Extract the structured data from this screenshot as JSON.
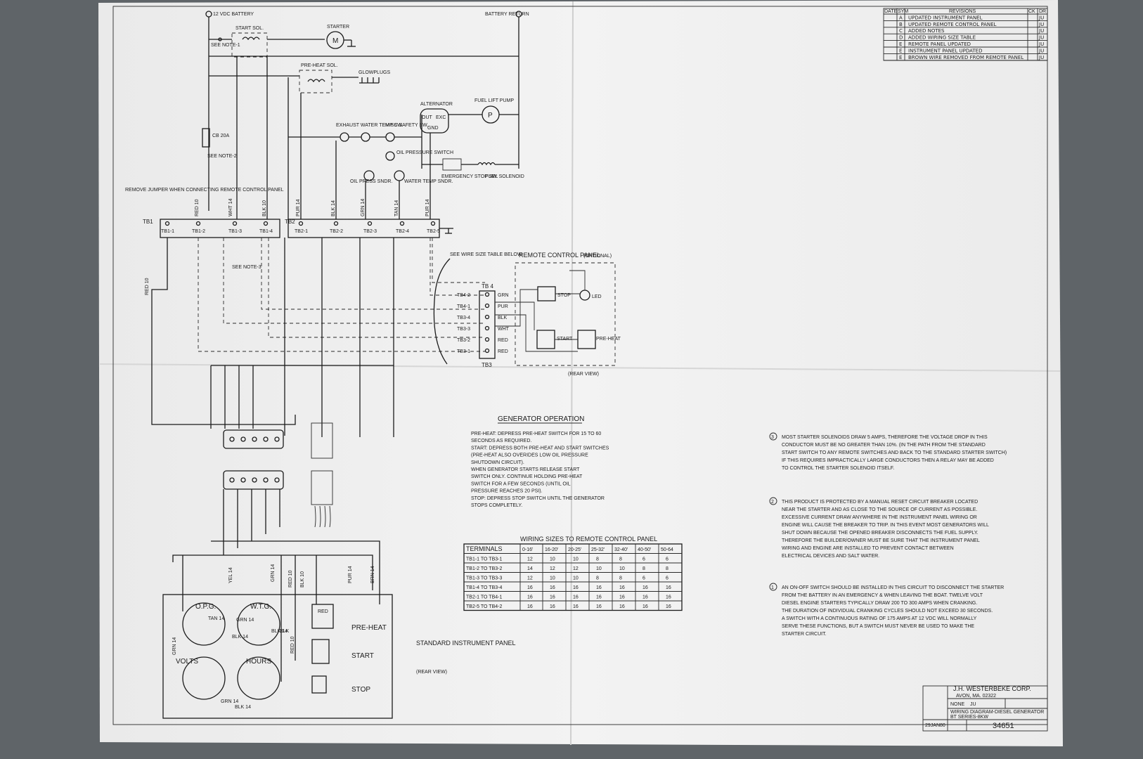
{
  "revisions": {
    "headers": [
      "DATE",
      "SYM",
      "REVISIONS",
      "CK",
      "DR"
    ],
    "rows": [
      {
        "sym": "A",
        "text": "UPDATED INSTRUMENT PANEL",
        "dr": "JU"
      },
      {
        "sym": "B",
        "text": "UPDATED REMOTE CONTROL PANEL",
        "dr": "JU"
      },
      {
        "sym": "C",
        "text": "ADDED NOTES",
        "dr": "JU"
      },
      {
        "sym": "D",
        "text": "ADDED WIRING SIZE TABLE",
        "dr": "JU"
      },
      {
        "sym": "E",
        "text": "REMOTE PANEL UPDATED",
        "dr": "JU"
      },
      {
        "sym": "E",
        "text": "INSTRUMENT PANEL UPDATED",
        "dr": "JU"
      },
      {
        "sym": "E",
        "text": "BROWN WIRE REMOVED FROM REMOTE PANEL",
        "dr": "JU"
      }
    ]
  },
  "labels": {
    "battery": "12 VDC BATTERY",
    "battery_return": "BATTERY RETURN",
    "start_sol": "START SOL.",
    "starter": "STARTER",
    "see_note_1": "SEE NOTE-1",
    "preheat_sol": "PRE-HEAT SOL.",
    "glowplugs": "GLOWPLUGS",
    "alternator": "ALTERNATOR",
    "alt_out": "OUT",
    "alt_exc": "EXC",
    "alt_gnd": "GND",
    "fuel_lift_pump": "FUEL LIFT PUMP",
    "cb": "CB 20A",
    "see_note_2": "SEE NOTE-2",
    "exhaust_water": "EXHAUST WATER TEMP SW.",
    "water_temp_sw": "TEMP SW.",
    "misc_safety": "MISC SAFETY SW.",
    "oil_pressure_switch": "OIL PRESSURE SWITCH",
    "emergency_stop": "EMERGENCY STOP SW.",
    "fuel_solenoid": "FUEL SOLENOID",
    "oil_press_sndr": "OIL PRESS SNDR.",
    "water_temp_sndr": "WATER TEMP SNDR.",
    "remove_jumper": "REMOVE JUMPER WHEN CONNECTING REMOTE CONTROL PANEL",
    "tb1": "TB1",
    "tb2": "TB2",
    "see_note_3": "SEE NOTE-3",
    "see_wire_size": "SEE WIRE SIZE TABLE BELOW.",
    "remote_panel": "REMOTE CONTROL PANEL",
    "optional": "(OPTIONAL)",
    "rear_view": "(REAR VIEW)",
    "tb4": "TB 4",
    "tb3": "TB3",
    "stop": "STOP",
    "led": "LED",
    "start": "START",
    "preheat": "PRE-HEAT",
    "std_panel": "STANDARD INSTRUMENT PANEL",
    "std_panel_rear": "(REAR VIEW)",
    "opg": "O.P.G.",
    "wtg": "W.T.G.",
    "volts": "VOLTS",
    "hours": "HOURS",
    "panel_preheat": "PRE-HEAT",
    "panel_start": "START",
    "panel_stop": "STOP",
    "red": "RED",
    "blk": "BLK"
  },
  "terminals_top": [
    "TB1-1",
    "TB1-2",
    "TB1-3",
    "TB1-4",
    "TB2-1",
    "TB2-2",
    "TB2-3",
    "TB2-4",
    "TB2-5"
  ],
  "wires_top": [
    "RED 10",
    "WHT 14",
    "BLK 10",
    "PUR 14",
    "BLK 14",
    "GRN 14",
    "TAN 14",
    "PUR 14"
  ],
  "wire_left": "RED 10",
  "remote_tb4": [
    "TB4-2",
    "TB4-1",
    "TB3-4",
    "TB3-3",
    "TB3-2",
    "TB3-1"
  ],
  "remote_colors": [
    "GRN",
    "PUR",
    "BLK",
    "WHT",
    "RED",
    "RED"
  ],
  "panel_wires": [
    "YEL 14",
    "GRN 14",
    "RED 10",
    "BLK 10",
    "PUR 14",
    "BRN 14",
    "TAN 14",
    "GRN 14",
    "BLK 14",
    "RED 10",
    "GRN 14",
    "BLK 14",
    "GRN 14",
    "BLK 14"
  ],
  "operation": {
    "title": "GENERATOR OPERATION",
    "lines": [
      "PRE-HEAT: DEPRESS PRE-HEAT SWITCH FOR 15 TO 60",
      "          SECONDS AS REQUIRED.",
      "START: DEPRESS BOTH PRE-HEAT AND START SWITCHES",
      "        (PRE-HEAT ALSO OVERIDES LOW OIL PRESSURE",
      "        SHUTDOWN CIRCUIT).",
      "        WHEN GENERATOR STARTS RELEASE START",
      "        SWITCH ONLY. CONTINUE HOLDING PRE-HEAT",
      "        SWITCH FOR A FEW SECONDS (UNTIL OIL",
      "        PRESSURE REACHES 20 PSI).",
      "STOP: DEPRESS STOP SWITCH UNTIL THE GENERATOR",
      "        STOPS COMPLETELY."
    ]
  },
  "wire_table": {
    "title": "WIRING SIZES TO REMOTE CONTROL PANEL",
    "headers": [
      "TERMINALS",
      "0-16'",
      "16-20'",
      "20-25'",
      "25-32'",
      "32-40'",
      "40-50'",
      "50-64"
    ],
    "rows": [
      [
        "TB1-1 TO TB3-1",
        "12",
        "10",
        "10",
        "8",
        "8",
        "6",
        "6"
      ],
      [
        "TB1-2 TO TB3-2",
        "14",
        "12",
        "12",
        "10",
        "10",
        "8",
        "8"
      ],
      [
        "TB1-3 TO TB3-3",
        "12",
        "10",
        "10",
        "8",
        "8",
        "6",
        "6"
      ],
      [
        "TB1-4 TO TB3-4",
        "16",
        "16",
        "16",
        "16",
        "16",
        "16",
        "16"
      ],
      [
        "TB2-1 TO TB4-1",
        "16",
        "16",
        "16",
        "16",
        "16",
        "16",
        "16"
      ],
      [
        "TB2-5 TO TB4-2",
        "16",
        "16",
        "16",
        "16",
        "16",
        "16",
        "16"
      ]
    ]
  },
  "notes": {
    "note3": [
      "MOST STARTER SOLENOIDS DRAW 5 AMPS, THEREFORE THE VOLTAGE DROP IN THIS",
      "CONDUCTOR MUST BE NO GREATER THAN 10%. (IN THE PATH FROM THE STANDARD",
      "START SWITCH TO ANY REMOTE SWITCHES AND BACK TO THE STANDARD STARTER SWITCH)",
      "IF THIS REQUIRES IMPRACTICALLY LARGE CONDUCTORS THEN A RELAY MAY BE ADDED",
      "TO CONTROL THE STARTER SOLENOID ITSELF."
    ],
    "note2": [
      "THIS PRODUCT IS PROTECTED BY A MANUAL RESET CIRCUIT BREAKER LOCATED",
      "NEAR THE STARTER AND AS CLOSE TO THE SOURCE OF CURRENT AS POSSIBLE.",
      "EXCESSIVE CURRENT DRAW ANYWHERE IN THE INSTRUMENT PANEL WIRING OR",
      "ENGINE WILL CAUSE THE BREAKER TO TRIP. IN THIS EVENT MOST GENERATORS WILL",
      "SHUT DOWN BECAUSE THE OPENED BREAKER DISCONNECTS THE FUEL SUPPLY.",
      "THEREFORE THE BUILDER/OWNER MUST BE SURE THAT THE INSTRUMENT PANEL",
      "WIRING AND ENGINE ARE INSTALLED TO PREVENT CONTACT BETWEEN",
      "ELECTRICAL DEVICES AND SALT WATER."
    ],
    "note1": [
      "AN ON-OFF SWITCH SHOULD BE INSTALLED IN THIS CIRCUIT TO DISCONNECT THE STARTER",
      "FROM THE BATTERY IN AN EMERGENCY & WHEN LEAVING THE BOAT. TWELVE VOLT",
      "DIESEL ENGINE STARTERS TYPICALLY DRAW 200 TO 300 AMPS WHEN CRANKING.",
      "THE DURATION OF INDIVIDUAL CRANKING CYCLES SHOULD NOT EXCEED 30 SECONDS.",
      "A SWITCH WITH A CONTINUOUS RATING OF 175 AMPS AT 12 VDC WILL NORMALLY",
      "SERVE THESE FUNCTIONS, BUT A SWITCH MUST NEVER BE USED TO MAKE THE",
      "STARTER CIRCUIT."
    ],
    "num3": "3",
    "num2": "2",
    "num1": "1"
  },
  "title_block": {
    "company": "J.H. WESTERBEKE CORP.",
    "location": "AVON, MA. 02322",
    "drawn": "JU",
    "scale": "NONE",
    "title1": "WIRING DIAGRAM-DIESEL GENERATOR",
    "title2": "BT SERIES-8KW",
    "date": "29JAN80",
    "number": "34651"
  }
}
